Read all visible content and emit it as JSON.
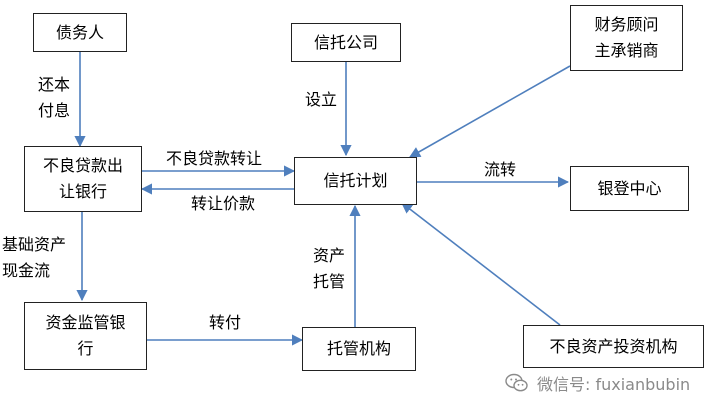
{
  "nodes": {
    "debtor": "债务人",
    "trust_company": "信托公司",
    "advisor_line1": "财务顾问",
    "advisor_line2": "主承销商",
    "bank_line1": "不良贷款出",
    "bank_line2": "让银行",
    "trust_plan": "信托计划",
    "clearing_center": "银登中心",
    "supervising_bank_line1": "资金监管银",
    "supervising_bank_line2": "行",
    "custodian": "托管机构",
    "investor": "不良资产投资机构"
  },
  "edges": {
    "repay_line1": "还本",
    "repay_line2": "付息",
    "establish": "设立",
    "transfer_loans": "不良贷款转让",
    "transfer_price": "转让价款",
    "circulate": "流转",
    "underlying_cf_line1": "基础资产",
    "underlying_cf_line2": "现金流",
    "asset_custody_line1": "资产",
    "asset_custody_line2": "托管",
    "remit": "转付"
  },
  "watermark": {
    "text": "微信号: fuxianbubin",
    "icon": "wechat-icon"
  },
  "colors": {
    "arrow": "#4f7fbd",
    "border": "#222222",
    "watermark": "#8a8a8a"
  }
}
